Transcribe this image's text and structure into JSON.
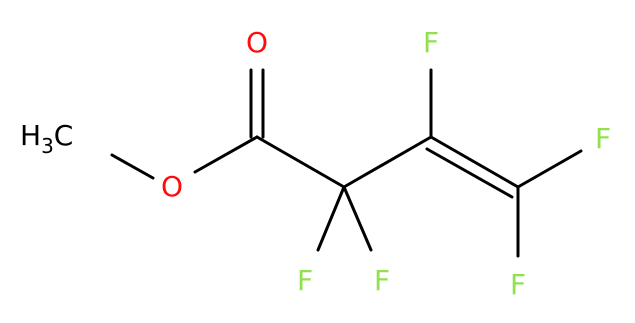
{
  "colors": {
    "carbon": "#000000",
    "oxygen": "#ff0d0d",
    "fluorine": "#90e050"
  },
  "atoms": {
    "methyl": {
      "main": "H",
      "sub": "3",
      "tail": "C"
    },
    "o_carbonyl": "O",
    "o_ester": "O",
    "f_c3": "F",
    "f_c4_right": "F",
    "f_c4_bottom": "F",
    "f_c2_left": "F",
    "f_c2_right": "F"
  }
}
